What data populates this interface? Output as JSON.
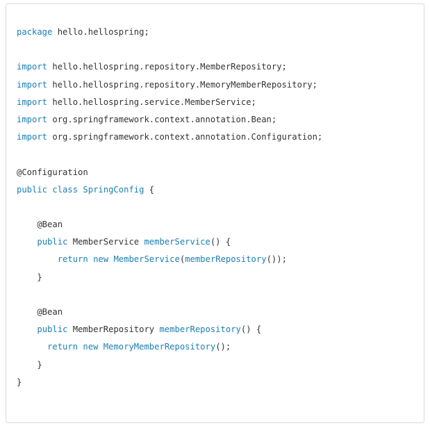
{
  "code": {
    "lines": [
      [
        {
          "t": "kw",
          "v": "package"
        },
        {
          "t": "plain",
          "v": " hello.hellospring;"
        }
      ],
      [],
      [
        {
          "t": "kw",
          "v": "import"
        },
        {
          "t": "plain",
          "v": " hello.hellospring.repository.MemberRepository;"
        }
      ],
      [
        {
          "t": "kw",
          "v": "import"
        },
        {
          "t": "plain",
          "v": " hello.hellospring.repository.MemoryMemberRepository;"
        }
      ],
      [
        {
          "t": "kw",
          "v": "import"
        },
        {
          "t": "plain",
          "v": " hello.hellospring.service.MemberService;"
        }
      ],
      [
        {
          "t": "kw",
          "v": "import"
        },
        {
          "t": "plain",
          "v": " org.springframework.context.annotation.Bean;"
        }
      ],
      [
        {
          "t": "kw",
          "v": "import"
        },
        {
          "t": "plain",
          "v": " org.springframework.context.annotation.Configuration;"
        }
      ],
      [],
      [
        {
          "t": "plain",
          "v": "@Configuration"
        }
      ],
      [
        {
          "t": "kw",
          "v": "public"
        },
        {
          "t": "plain",
          "v": " "
        },
        {
          "t": "kw",
          "v": "class"
        },
        {
          "t": "plain",
          "v": " "
        },
        {
          "t": "fn",
          "v": "SpringConfig"
        },
        {
          "t": "plain",
          "v": " {"
        }
      ],
      [],
      [
        {
          "t": "plain",
          "v": "    @Bean"
        }
      ],
      [
        {
          "t": "plain",
          "v": "    "
        },
        {
          "t": "kw",
          "v": "public"
        },
        {
          "t": "plain",
          "v": " MemberService "
        },
        {
          "t": "fn",
          "v": "memberService"
        },
        {
          "t": "plain",
          "v": "() {"
        }
      ],
      [
        {
          "t": "plain",
          "v": "        "
        },
        {
          "t": "kw",
          "v": "return"
        },
        {
          "t": "plain",
          "v": " "
        },
        {
          "t": "kw",
          "v": "new"
        },
        {
          "t": "plain",
          "v": " "
        },
        {
          "t": "fn",
          "v": "MemberService"
        },
        {
          "t": "plain",
          "v": "("
        },
        {
          "t": "fn",
          "v": "memberRepository"
        },
        {
          "t": "plain",
          "v": "());"
        }
      ],
      [
        {
          "t": "plain",
          "v": "    }"
        }
      ],
      [],
      [
        {
          "t": "plain",
          "v": "    @Bean"
        }
      ],
      [
        {
          "t": "plain",
          "v": "    "
        },
        {
          "t": "kw",
          "v": "public"
        },
        {
          "t": "plain",
          "v": " MemberRepository "
        },
        {
          "t": "fn",
          "v": "memberRepository"
        },
        {
          "t": "plain",
          "v": "() {"
        }
      ],
      [
        {
          "t": "plain",
          "v": "      "
        },
        {
          "t": "kw",
          "v": "return"
        },
        {
          "t": "plain",
          "v": " "
        },
        {
          "t": "kw",
          "v": "new"
        },
        {
          "t": "plain",
          "v": " "
        },
        {
          "t": "fn",
          "v": "MemoryMemberRepository"
        },
        {
          "t": "plain",
          "v": "();"
        }
      ],
      [
        {
          "t": "plain",
          "v": "    }"
        }
      ],
      [
        {
          "t": "plain",
          "v": "}"
        }
      ]
    ]
  },
  "colors": {
    "keyword": "#1b7fb3",
    "text": "#333333",
    "border": "#d9d9d9"
  }
}
